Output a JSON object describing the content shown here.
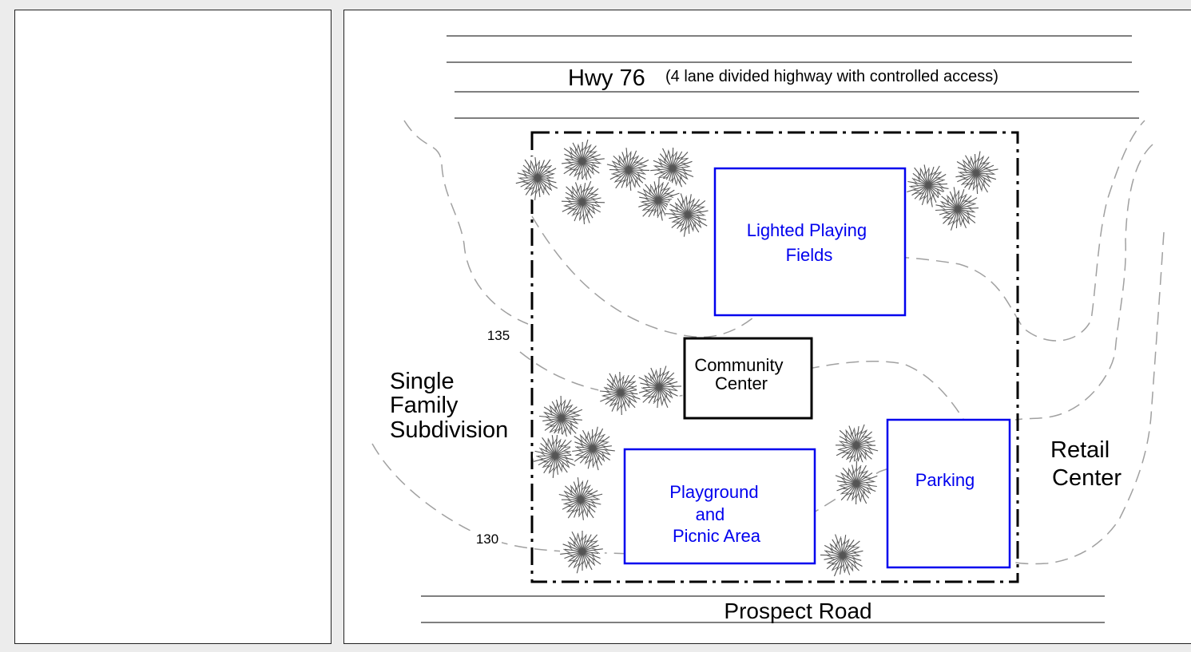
{
  "colors": {
    "line": "#000000",
    "facility": "#0000ee",
    "contour": "#a0a0a0",
    "tree": "#555555"
  },
  "roads": {
    "highway_name": "Hwy 76",
    "highway_note": "(4 lane divided highway with controlled access)",
    "south_road": "Prospect Road"
  },
  "neighbors": {
    "west": [
      "Single",
      "Family",
      "Subdivision"
    ],
    "east": [
      "Retail",
      "Center"
    ]
  },
  "contours": {
    "upper": "135",
    "lower": "130"
  },
  "facilities": {
    "fields": [
      "Lighted Playing",
      "Fields"
    ],
    "community": [
      "Community",
      "Center"
    ],
    "playground": [
      "Playground",
      "and",
      "Picnic Area"
    ],
    "parking": "Parking"
  },
  "icons": {
    "tree": "tree-icon"
  }
}
